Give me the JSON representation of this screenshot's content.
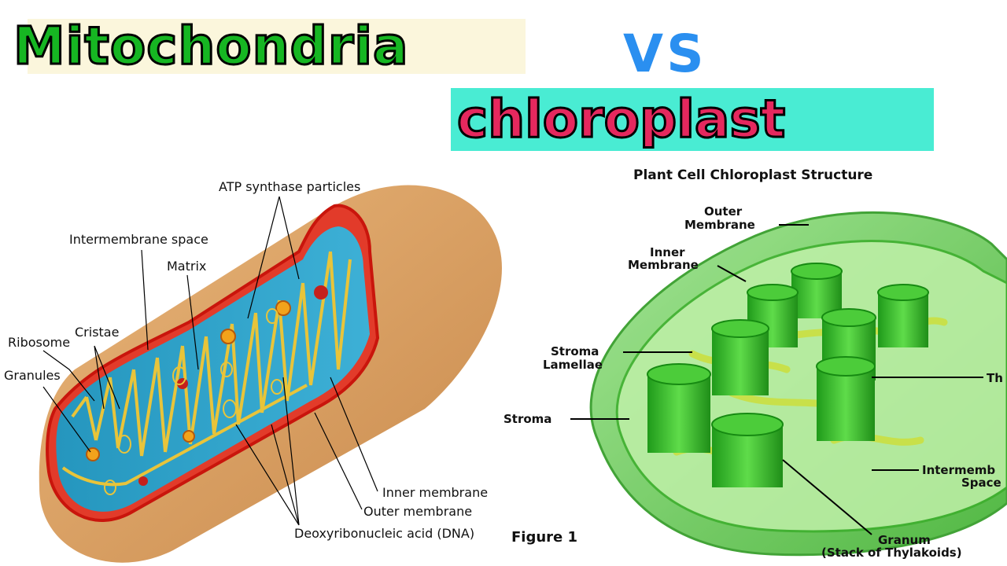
{
  "titles": {
    "mitochondria": "Mitochondria",
    "vs": "VS",
    "chloroplast": "chloroplast"
  },
  "mitochondria_diagram": {
    "labels": {
      "atp": "ATP synthase particles",
      "intermembrane": "Intermembrane space",
      "matrix": "Matrix",
      "ribosome": "Ribosome",
      "cristae": "Cristae",
      "granules": "Granules",
      "inner_membrane": "Inner membrane",
      "outer_membrane": "Outer membrane",
      "dna": "Deoxyribonucleic acid (DNA)"
    }
  },
  "chloroplast_diagram": {
    "heading": "Plant Cell Chloroplast Structure",
    "figure": "Figure 1",
    "labels": {
      "outer_1": "Outer",
      "outer_2": "Membrane",
      "inner_1": "Inner",
      "inner_2": "Membrane",
      "stroma_lam_1": "Stroma",
      "stroma_lam_2": "Lamellae",
      "stroma": "Stroma",
      "thylakoid": "Th",
      "intermembrane_1": "Intermemb",
      "intermembrane_2": "Space",
      "granum_1": "Granum",
      "granum_2": "(Stack of Thylakoids)"
    }
  },
  "colors": {
    "mito_title": "#16b622",
    "vs": "#2a8ff0",
    "chloro_title": "#e5285e",
    "chloro_bg": "#49ecd3",
    "outer_membrane": "#d99a5a",
    "matrix": "#2a9ec4",
    "chloroplast_green": "#3fbf2f"
  }
}
